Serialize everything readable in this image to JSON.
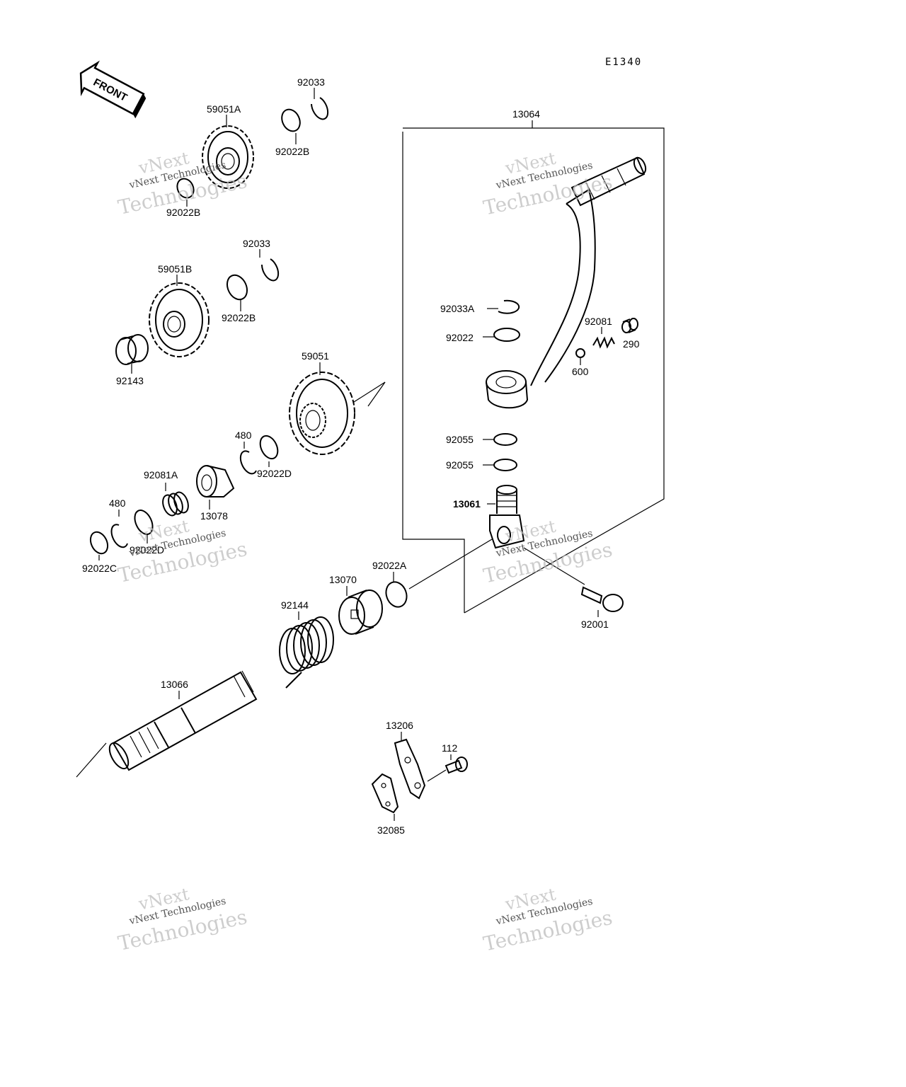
{
  "diagram_code": "E1340",
  "front_arrow_label": "FRONT",
  "watermark": {
    "line1": "vNext",
    "line2": "vNext Technologies",
    "line3": "Technologies"
  },
  "labels": {
    "p92033_top": "92033",
    "p59051A": "59051A",
    "p92022B_a": "92022B",
    "p92022B_b": "92022B",
    "p13064": "13064",
    "p92033_mid": "92033",
    "p59051B": "59051B",
    "p92022B_c": "92022B",
    "p92143": "92143",
    "p92033A": "92033A",
    "p92022": "92022",
    "p92081": "92081",
    "p290": "290",
    "p600": "600",
    "p59051": "59051",
    "p480_a": "480",
    "p92022D_a": "92022D",
    "p92081A": "92081A",
    "p13078": "13078",
    "p480_b": "480",
    "p92022D_b": "92022D",
    "p92022C": "92022C",
    "p92055_a": "92055",
    "p92055_b": "92055",
    "p13061": "13061",
    "p92022A": "92022A",
    "p13070": "13070",
    "p92144": "92144",
    "p92001": "92001",
    "p13066": "13066",
    "p13206": "13206",
    "p112": "112",
    "p32085": "32085"
  }
}
